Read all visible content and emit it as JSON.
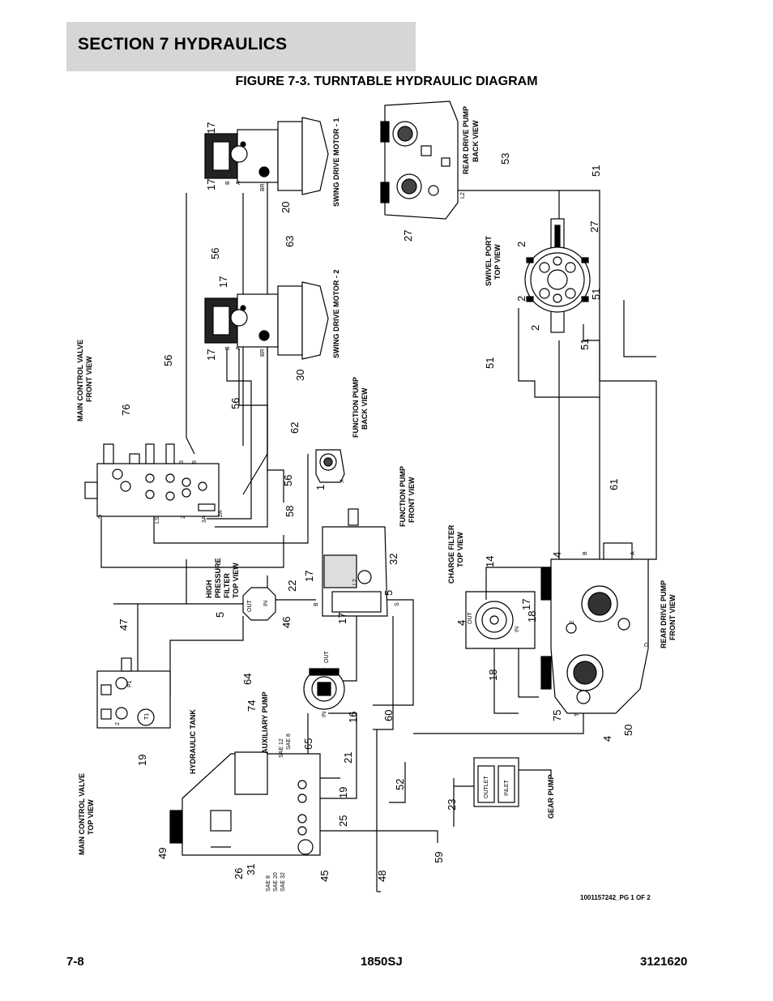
{
  "header": {
    "section_title": "SECTION 7   HYDRAULICS",
    "figure_title": "FIGURE 7-3. TURNTABLE HYDRAULIC DIAGRAM"
  },
  "footer": {
    "page_number": "7-8",
    "model": "1850SJ",
    "manual_number": "3121620"
  },
  "diagram": {
    "drawing_reference": "1001157242_PG 1 OF 2",
    "component_labels": {
      "swing_drive_motor_1": "SWING DRIVE MOTOR - 1",
      "swing_drive_motor_2": "SWING DRIVE MOTOR - 2",
      "rear_drive_pump_back_1": "REAR DRIVE PUMP",
      "rear_drive_pump_back_2": "BACK VIEW",
      "swivel_port_1": "SWIVEL PORT",
      "swivel_port_2": "TOP VIEW",
      "main_control_valve_front_1": "MAIN CONTROL VALVE",
      "main_control_valve_front_2": "FRONT VIEW",
      "function_pump_back_1": "FUNCTION PUMP",
      "function_pump_back_2": "BACK VIEW",
      "function_pump_front_1": "FUNCTION PUMP",
      "function_pump_front_2": "FRONT VIEW",
      "hp_filter_1": "HIGH",
      "hp_filter_2": "PRESSURE",
      "hp_filter_3": "FILTER",
      "hp_filter_4": "TOP VIEW",
      "charge_filter_1": "CHARGE FILTER",
      "charge_filter_2": "TOP VIEW",
      "rear_drive_pump_front_1": "REAR DRIVE PUMP",
      "rear_drive_pump_front_2": "FRONT VIEW",
      "auxiliary_pump": "AUXILIARY PUMP",
      "hydraulic_tank": "HYDRAULIC TANK",
      "main_control_valve_top_1": "MAIN CONTROL VALVE",
      "main_control_valve_top_2": "TOP VIEW",
      "gear_pump": "GEAR PUMP"
    },
    "port_labels": {
      "out": "OUT",
      "in": "IN",
      "outlet": "OUTLET",
      "inlet": "INLET",
      "sae_12": "SAE 12",
      "sae_8": "SAE 8",
      "sae_8b": "SAE 8",
      "sae_20": "SAE 20",
      "sae_32": "SAE 32",
      "p1": "P1",
      "p2": "2",
      "t1": "T1",
      "b": "B",
      "a": "A",
      "br": "BR",
      "l2": "L2",
      "ls": "LS",
      "d": "D",
      "s": "S",
      "x": "X",
      "t": "T",
      "e": "E",
      "p2a": "2A",
      "p3a": "3A",
      "p3": "3",
      "p9": "9"
    },
    "callouts": [
      "17",
      "17",
      "20",
      "63",
      "56",
      "17",
      "17",
      "30",
      "56",
      "62",
      "56",
      "1",
      "58",
      "76",
      "56",
      "53",
      "51",
      "27",
      "27",
      "2",
      "2",
      "2",
      "51",
      "51",
      "51",
      "61",
      "22",
      "17",
      "32",
      "5",
      "5",
      "46",
      "47",
      "64",
      "74",
      "17",
      "16",
      "65",
      "21",
      "19",
      "25",
      "26",
      "31",
      "45",
      "48",
      "19",
      "49",
      "59",
      "60",
      "52",
      "14",
      "17",
      "18",
      "4",
      "4",
      "75",
      "4",
      "50",
      "18",
      "23"
    ]
  }
}
